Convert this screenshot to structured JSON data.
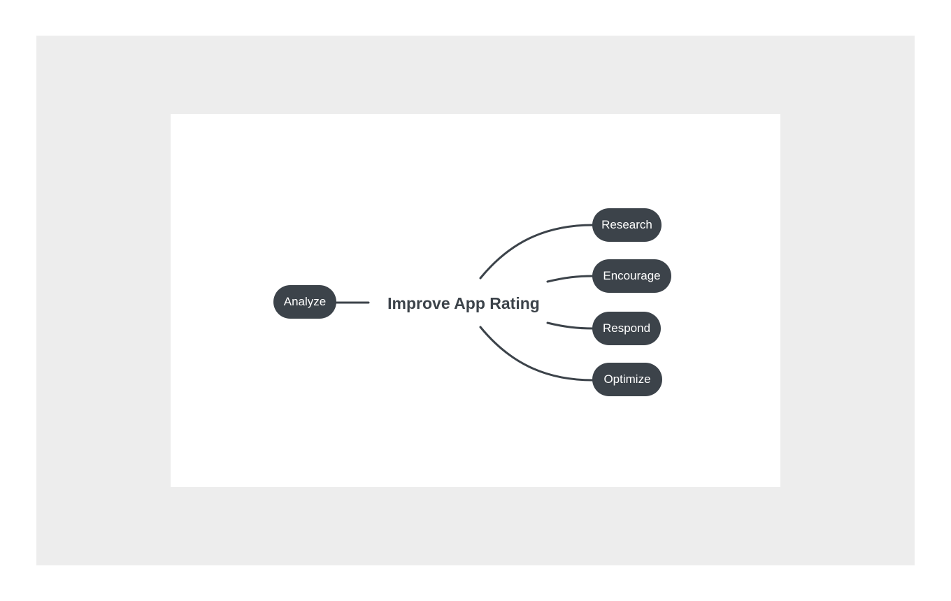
{
  "diagram": {
    "central_topic": "Improve App Rating",
    "nodes": {
      "analyze": "Analyze",
      "research": "Research",
      "encourage": "Encourage",
      "respond": "Respond",
      "optimize": "Optimize"
    },
    "colors": {
      "node_fill": "#3c434a",
      "node_text": "#ffffff",
      "connector": "#3c434a",
      "central_text": "#3c434a",
      "frame": "#ededed",
      "canvas": "#ffffff"
    }
  }
}
